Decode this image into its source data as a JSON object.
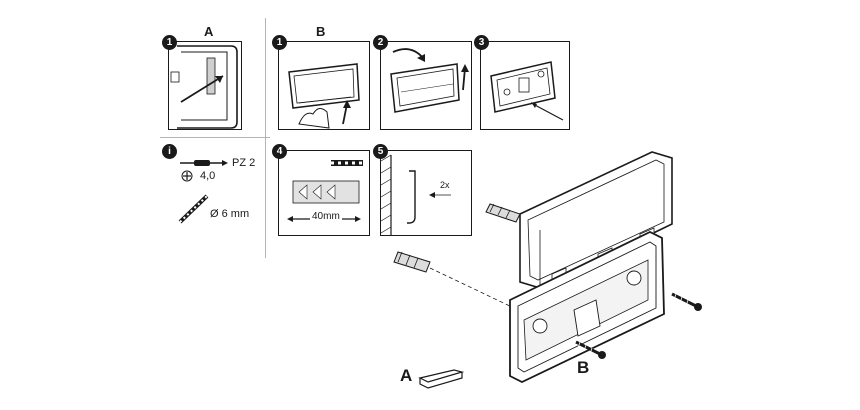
{
  "sections": {
    "a_label": "A",
    "b_label": "B"
  },
  "steps": [
    "1",
    "1",
    "2",
    "3",
    "4",
    "5"
  ],
  "info": {
    "icon": "info-icon",
    "screwdriver_label": "PZ 2",
    "screw_size_label": "4,0",
    "drill_label": "Ø 6 mm"
  },
  "step4": {
    "depth_label": "40mm"
  },
  "step5": {
    "count_label": "2x"
  },
  "assembly": {
    "part_a_label": "A",
    "part_b_label": "B"
  }
}
